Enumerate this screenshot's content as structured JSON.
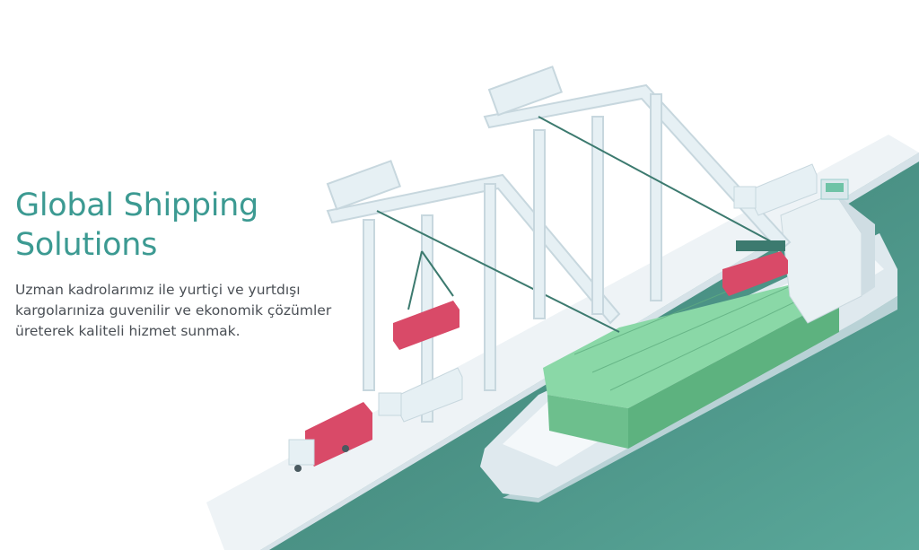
{
  "hero": {
    "title_line1": "Global Shipping",
    "title_line2": "Solutions",
    "description_line1": "Uzman kadrolarımız ile yurtiçi ve yurtdışı",
    "description_line2": "kargolarıniza guvenilir ve ekonomik çözümler",
    "description_line3": "üreterek kaliteli hizmet sunmak."
  },
  "colors": {
    "accent": "#3c9a92",
    "sea_dark": "#3a7a6f",
    "sea_light": "#5aa89a",
    "container_green": "#7fcf9c",
    "container_red": "#d94a68",
    "crane": "#e6f0f4"
  },
  "illustration": {
    "icon": "port-harbor-illustration"
  }
}
